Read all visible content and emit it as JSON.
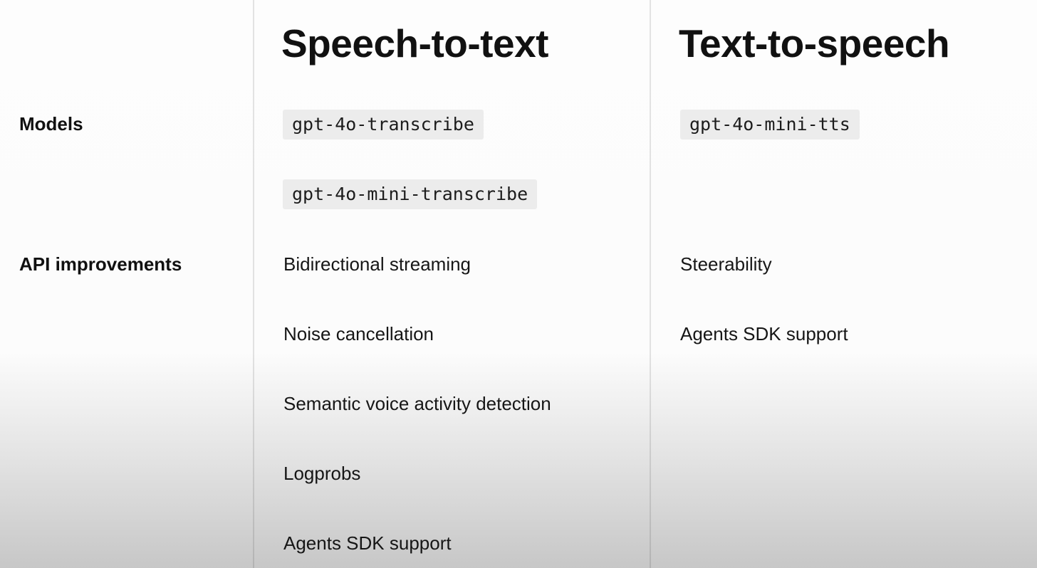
{
  "slide": {
    "row_labels": {
      "models": "Models",
      "api_improvements": "API improvements"
    },
    "columns": [
      {
        "header": "Speech-to-text",
        "models": [
          "gpt-4o-transcribe",
          "gpt-4o-mini-transcribe"
        ],
        "api_improvements": [
          "Bidirectional streaming",
          "Noise cancellation",
          "Semantic voice activity detection",
          "Logprobs",
          "Agents SDK support"
        ]
      },
      {
        "header": "Text-to-speech",
        "models": [
          "gpt-4o-mini-tts"
        ],
        "api_improvements": [
          "Steerability",
          "Agents SDK support"
        ]
      }
    ],
    "colors": {
      "background_top": "#fdfdfd",
      "background_bottom": "#c7c7c7",
      "chip_background": "#ececec",
      "divider": "#e0e0e0",
      "text": "#141414"
    }
  }
}
